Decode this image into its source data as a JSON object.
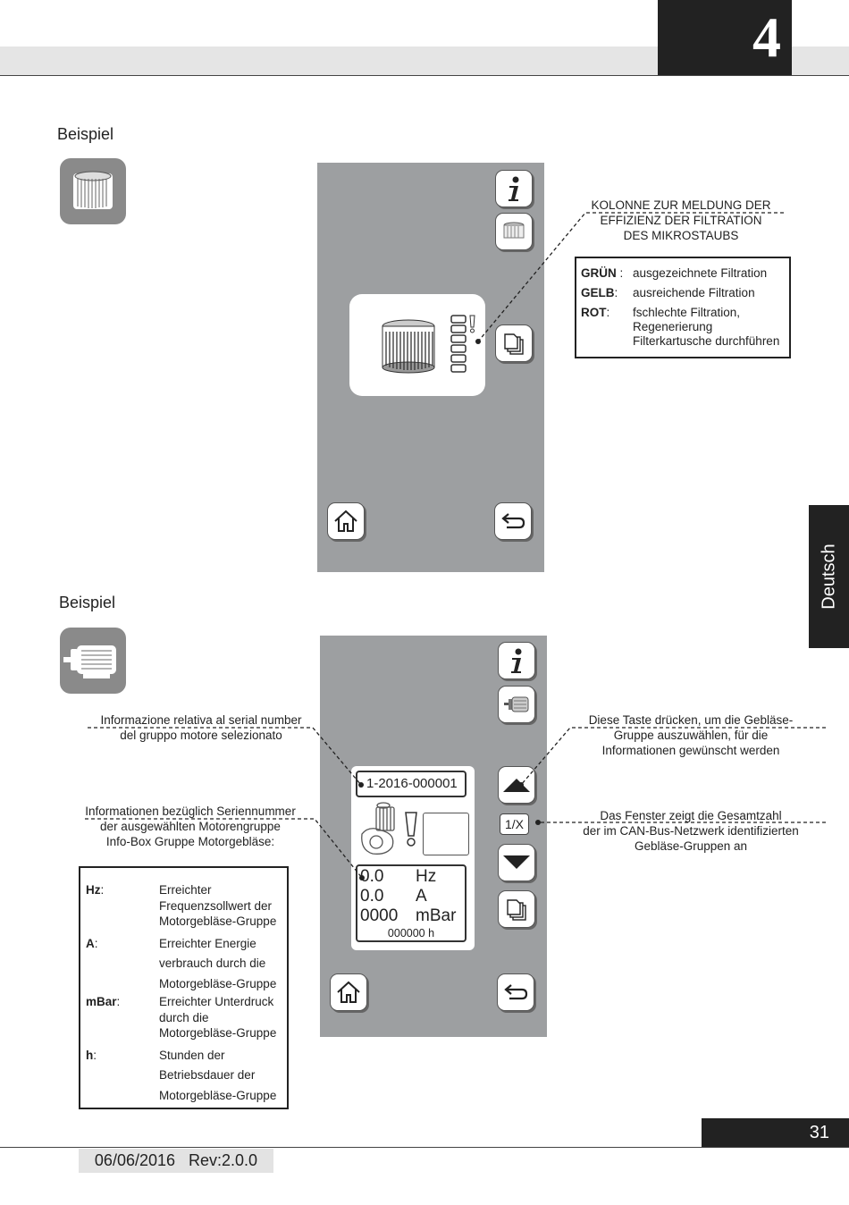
{
  "chapter": "4",
  "side_tab": "Deutsch",
  "page_number": "31",
  "footer": {
    "date_rev": "06/06/2016   Rev:2.0.0"
  },
  "section1": {
    "title": "Beispiel",
    "callout": "KOLONNE ZUR MELDUNG DER\nEFFIZIENZ DER FILTRATION\nDES MIKROSTAUBS",
    "legend": [
      {
        "key": "GRÜN",
        "sep": " :",
        "text": "ausgezeichnete Filtration"
      },
      {
        "key": "GELB",
        "sep": ":",
        "text": "ausreichende Filtration"
      },
      {
        "key": "ROT",
        "sep": ":",
        "text": "fschlechte Filtration,\nRegenerierung\nFilterkartusche durchführen"
      }
    ]
  },
  "section2": {
    "title": "Beispiel",
    "serial": "1-2016-000001",
    "count_button": "1/X",
    "readings": [
      {
        "value": "0.0",
        "unit": "Hz"
      },
      {
        "value": "0.0",
        "unit": "A"
      },
      {
        "value": "0000",
        "unit": "mBar"
      }
    ],
    "hours": "000000  h",
    "label_it": "Informazione relativa al serial number\ndel gruppo motore selezionato",
    "label_de_serial": "Informationen bezüglich Seriennummer\nder ausgewählten Motorengruppe\nInfo-Box Gruppe Motorgebläse:",
    "label_up": "Diese Taste drücken, um die Gebläse-\nGruppe auszuwählen, für die\nInformationen gewünscht werden",
    "label_count": "Das Fenster zeigt die Gesamtzahl\nder im CAN-Bus-Netzwerk identifizierten\nGebläse-Gruppen an",
    "legend": [
      {
        "key": "Hz",
        "sep": ":",
        "text": "Erreichter\nFrequenzsollwert der\nMotorgebläse-Gruppe"
      },
      {
        "key": "A",
        "sep": ":",
        "text": "Erreichter Energie\nverbrauch durch die\nMotorgebläse-Gruppe"
      },
      {
        "key": "mBar",
        "sep": ":",
        "text": "Erreichter Unterdruck\ndurch die\nMotorgebläse-Gruppe"
      },
      {
        "key": "h",
        "sep": ":",
        "text": "Stunden der\nBetriebsdauer der\nMotorgebläse-Gruppe"
      }
    ]
  },
  "icons": {
    "info": "info-icon",
    "filter": "filter-cartridge-icon",
    "motor": "motor-icon",
    "pages": "pages-icon",
    "home": "home-icon",
    "back": "back-arrow-icon",
    "up": "arrow-up-icon",
    "down": "arrow-down-icon",
    "alert": "exclamation-icon"
  }
}
